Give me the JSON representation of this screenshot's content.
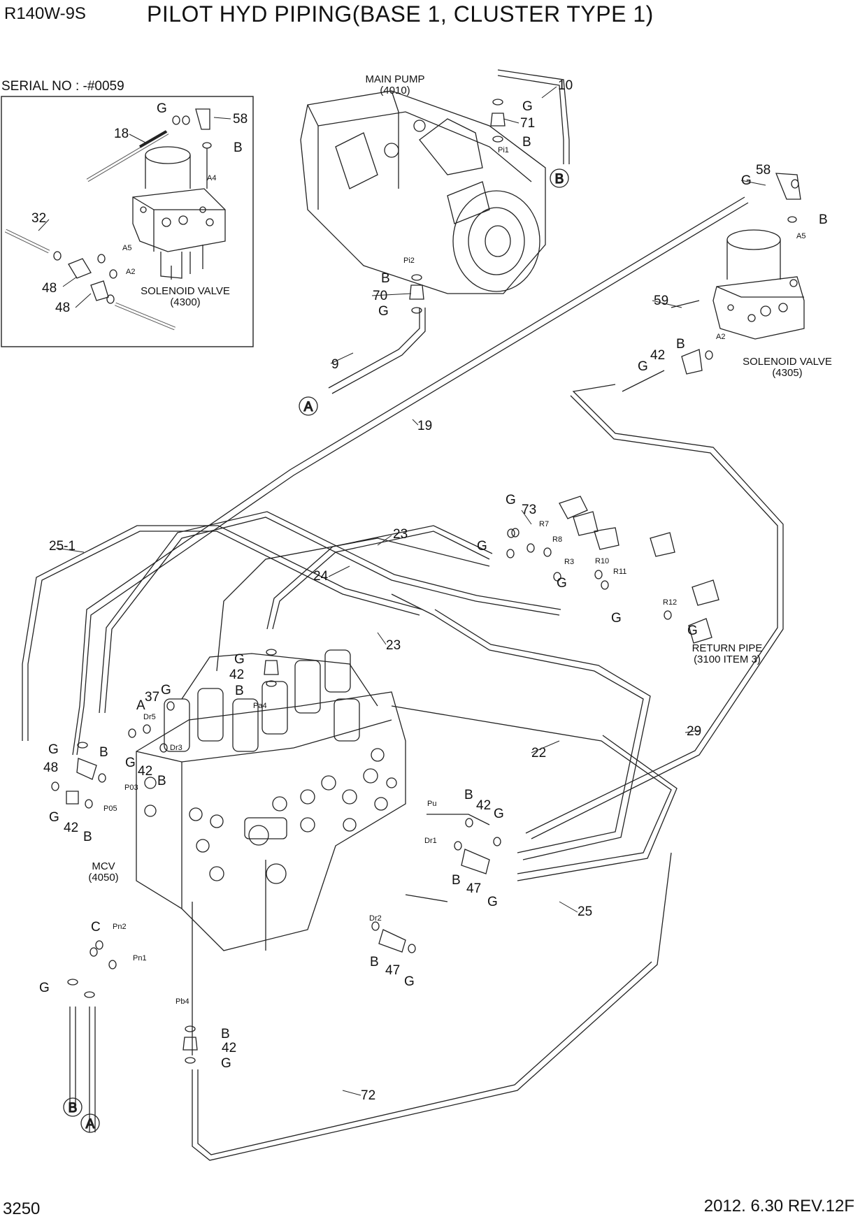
{
  "header": {
    "model": "R140W-9S",
    "title": "PILOT HYD PIPING(BASE 1, CLUSTER TYPE 1)",
    "serial": "SERIAL NO : -#0059"
  },
  "footer": {
    "page_number": "3250",
    "revision": "2012. 6.30  REV.12F"
  },
  "captions": {
    "main_pump": "MAIN PUMP",
    "main_pump_ref": "(4010)",
    "solenoid_left": "SOLENOID VALVE",
    "solenoid_left_ref": "(4300)",
    "solenoid_right": "SOLENOID VALVE",
    "solenoid_right_ref": "(4305)",
    "return_pipe": "RETURN PIPE",
    "return_pipe_ref": "(3100 ITEM 3)",
    "mcv": "MCV",
    "mcv_ref": "(4050)"
  },
  "callouts": {
    "c18": "18",
    "c58a": "58",
    "c32": "32",
    "c48a": "48",
    "c48b": "48",
    "c10": "10",
    "c71": "71",
    "c70": "70",
    "c9": "9",
    "c19": "19",
    "c58b": "58",
    "c59": "59",
    "c42a": "42",
    "c73": "73",
    "c23a": "23",
    "c23b": "23",
    "c24": "24",
    "c251": "25-1",
    "c42b": "42",
    "c37": "37",
    "c48c": "48",
    "c42c": "42",
    "c42d": "42",
    "c22": "22",
    "c29": "29",
    "c42e": "42",
    "c47a": "47",
    "c25": "25",
    "c47b": "47",
    "c42f": "42",
    "c72": "72"
  },
  "letters": {
    "G": "G",
    "B": "B",
    "C": "C",
    "A": "A"
  },
  "ports": {
    "A4": "A4",
    "A5": "A5",
    "A2": "A2",
    "Pi1": "Pi1",
    "Pi2": "Pi2",
    "R7": "R7",
    "R8": "R8",
    "R3": "R3",
    "R10": "R10",
    "R11": "R11",
    "R12": "R12",
    "Pa4": "Pa4",
    "Dr5": "Dr5",
    "Dr3": "Dr3",
    "P03": "P03",
    "P05": "P05",
    "Pu": "Pu",
    "Dr1": "Dr1",
    "Dr2": "Dr2",
    "Pn2": "Pn2",
    "Pn1": "Pn1",
    "Pb4": "Pb4"
  },
  "connectors": {
    "A": "A",
    "B": "B"
  }
}
